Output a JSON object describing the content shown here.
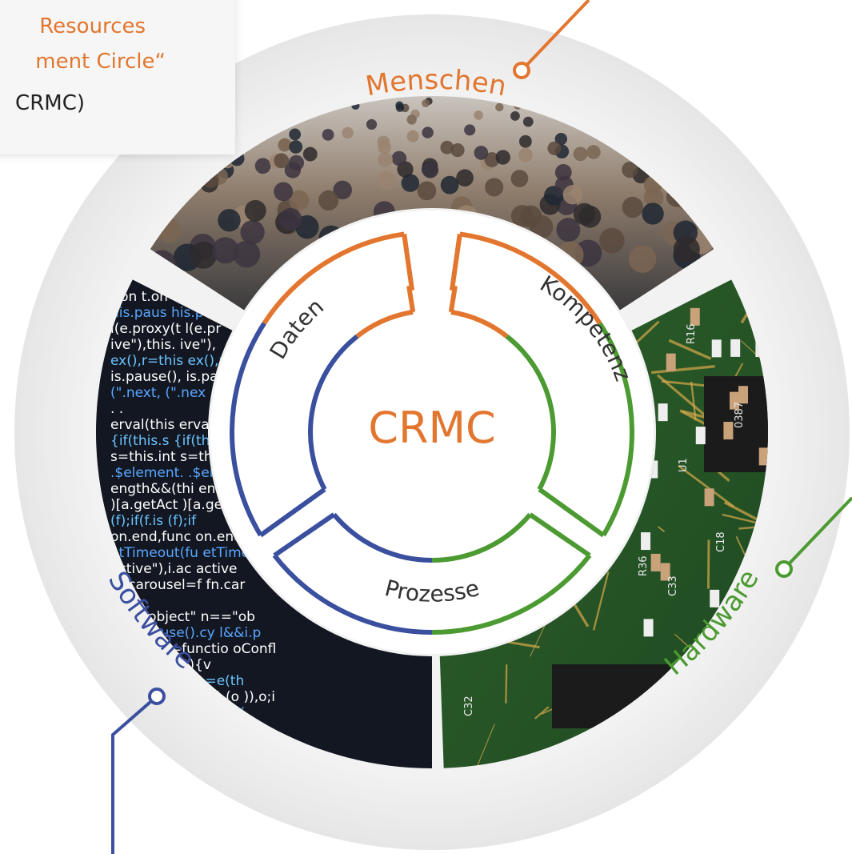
{
  "callout": {
    "line1": "Resources",
    "line2": "ment Circle“",
    "line3": "CRMC)"
  },
  "diagram": {
    "center_label": "CRMC",
    "outer_labels": {
      "top": "Menschen",
      "left": "Software",
      "right": "Hardware"
    },
    "inner_labels": {
      "left": "Daten",
      "right": "Kompetenz",
      "bottom": "Prozesse"
    },
    "code_text": "t.on his.paus l(e.proxy(t ive\"),this. ex(),r=this is.pause(), (\".next, . erval(this {if(this.s s=this.int .$element. ength&&(thi )[a.getAct (f);if(f.is on.end,func etTimeout(fu active\"),i.ac fn.carousel=f f n==\"object\" l&&i.pause().cy oConflict=functio n(t){var n=e(this),r,i )),o;i.carousel(s),(o ction(e){\"use stri f&(this.$parent= element.has in\"))re",
    "board_labels": [
      "R16",
      "0387",
      "U1",
      "C18",
      "R36",
      "C33",
      "C32"
    ]
  },
  "colors": {
    "orange": "#e2762f",
    "blue": "#3b4f9f",
    "green": "#4c9a32",
    "ring_bg": "#eeeeee",
    "code_bg": "#121722",
    "board_bg": "#245024"
  }
}
